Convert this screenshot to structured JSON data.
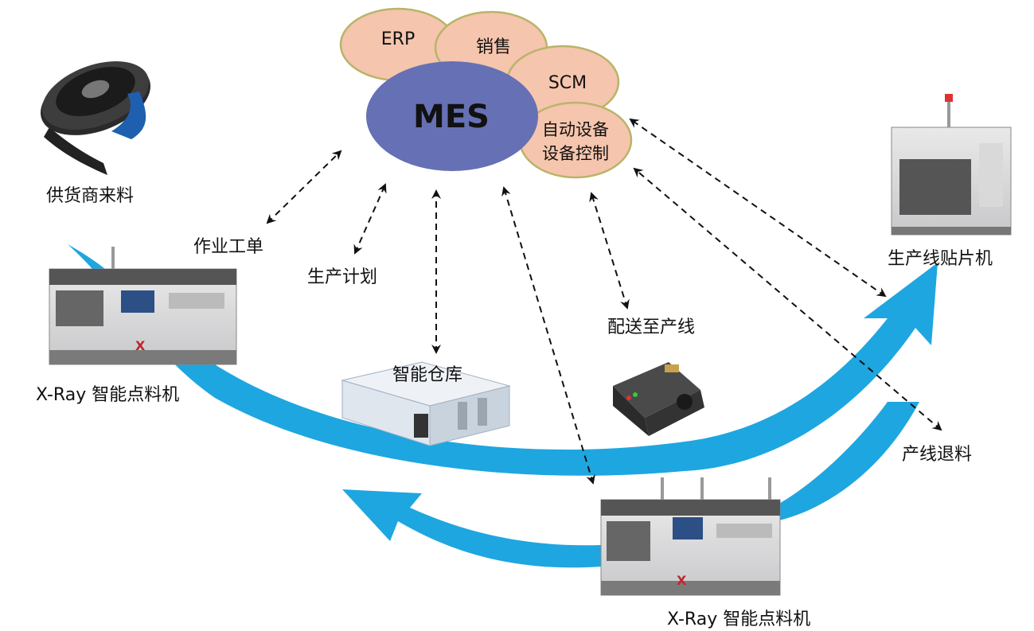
{
  "core": {
    "mes": "MES",
    "erp": "ERP",
    "sales": "销售",
    "scm": "SCM",
    "auto_line1": "自动设备",
    "auto_line2": "设备控制"
  },
  "labels": {
    "supplier": "供货商来料",
    "work_order": "作业工单",
    "production_plan": "生产计划",
    "smart_warehouse": "智能仓库",
    "deliver_to_line": "配送至产线",
    "smt_machine": "生产线贴片机",
    "xray_left": "X-Ray 智能点料机",
    "xray_bottom": "X-Ray 智能点料机",
    "line_return": "产线退料"
  },
  "colors": {
    "mes_fill": "#6670b5",
    "cloud_fill": "#f5c5ad",
    "cloud_stroke": "#b9b46a",
    "flow_arrow": "#1ea6e0"
  }
}
